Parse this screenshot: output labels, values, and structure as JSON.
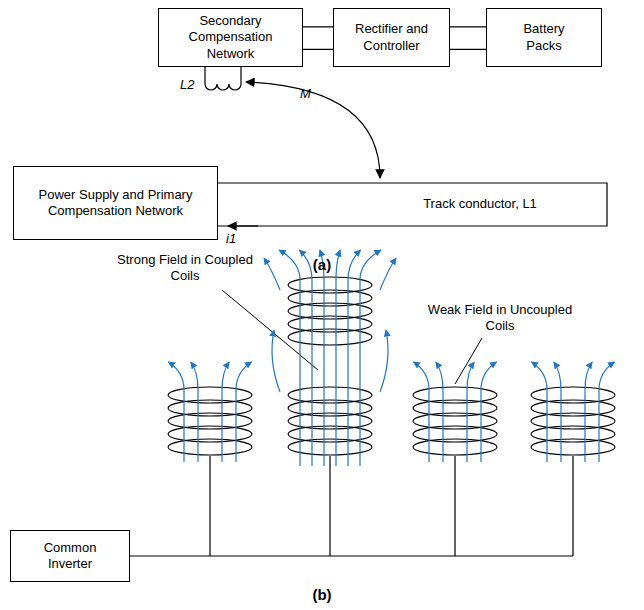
{
  "diagram": {
    "nodes": [
      {
        "text": [
          "Secondary Compensation Network"
        ]
      },
      {
        "text": [
          "Rectifier and Controller"
        ]
      },
      {
        "text": [
          "Battery Packs"
        ]
      },
      {
        "text": [
          "Power Supply and Primary Compensation Network"
        ]
      },
      {
        "text": [
          "Common Inverter"
        ]
      }
    ],
    "edges": [
      {
        "from": 0,
        "to": 1,
        "arrow": "none"
      },
      {
        "from": 1,
        "to": 2,
        "arrow": "none"
      }
    ],
    "labels": [
      "L2",
      "M",
      "Track conductor, L1",
      "i1",
      "(a)",
      "Strong Field in Coupled Coils",
      "Weak Field in Uncoupled Coils",
      "(b)"
    ]
  }
}
